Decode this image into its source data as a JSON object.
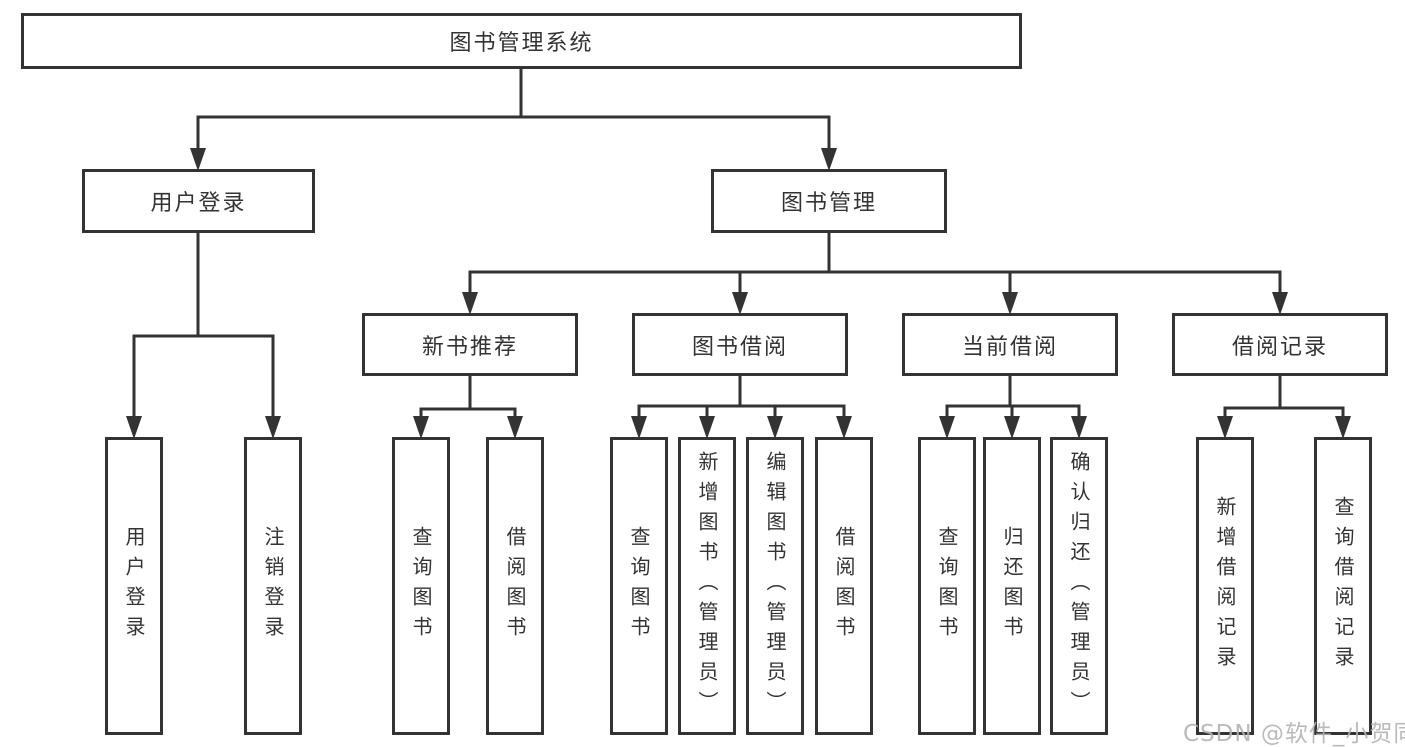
{
  "tree": {
    "root": {
      "label": "图书管理系统"
    },
    "branches": [
      {
        "label": "用户登录",
        "children": [
          {
            "label": "用户登录"
          },
          {
            "label": "注销登录"
          }
        ]
      },
      {
        "label": "图书管理",
        "modules": [
          {
            "label": "新书推荐",
            "children": [
              {
                "label": "查询图书"
              },
              {
                "label": "借阅图书"
              }
            ]
          },
          {
            "label": "图书借阅",
            "children": [
              {
                "label": "查询图书"
              },
              {
                "label": "新增图书（管理员）"
              },
              {
                "label": "编辑图书（管理员）"
              },
              {
                "label": "借阅图书"
              }
            ]
          },
          {
            "label": "当前借阅",
            "children": [
              {
                "label": "查询图书"
              },
              {
                "label": "归还图书"
              },
              {
                "label": "确认归还（管理员）"
              }
            ]
          },
          {
            "label": "借阅记录",
            "children": [
              {
                "label": "新增借阅记录"
              },
              {
                "label": "查询借阅记录"
              }
            ]
          }
        ]
      }
    ]
  },
  "watermark": {
    "text": "CSDN @软件_小贺同学"
  },
  "colors": {
    "line": "#333333",
    "box_border": "#333333",
    "text": "#333333",
    "background": "#ffffff",
    "watermark": "#b3b3b3"
  }
}
